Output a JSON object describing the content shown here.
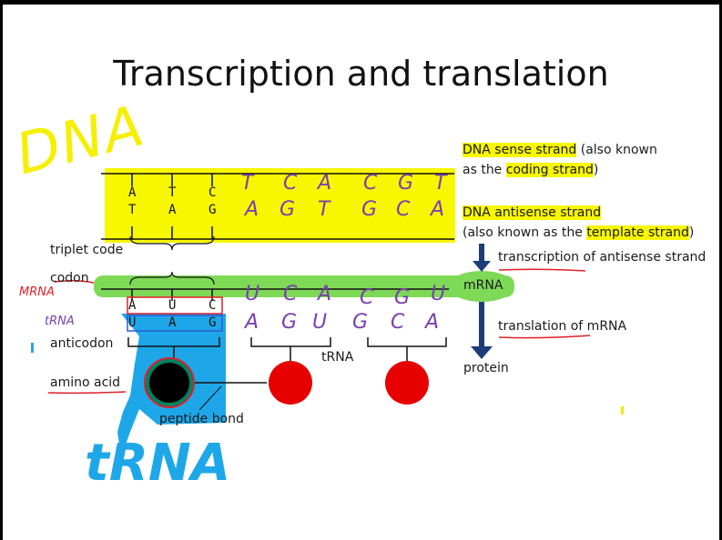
{
  "title": "Transcription and translation",
  "handwriting": {
    "dna": "DNA",
    "mrna": "MRNA",
    "trna_small": "tRNA",
    "trna_big": "tRNA",
    "top_bases": [
      "T",
      "C",
      "A",
      "C",
      "G",
      "T"
    ],
    "bottom_bases": [
      "A",
      "G",
      "T",
      "G",
      "C",
      "A"
    ],
    "mrna_bases": [
      "U",
      "C",
      "A",
      "C",
      "G",
      "U"
    ],
    "anticodon_bases": [
      "A",
      "G",
      "U",
      "G",
      "C",
      "A"
    ]
  },
  "strand": {
    "top_bases": [
      "A",
      "T",
      "C"
    ],
    "bottom_bases": [
      "T",
      "A",
      "G"
    ],
    "codon_bases": [
      "A",
      "U",
      "C"
    ],
    "anticodon_bases": [
      "U",
      "A",
      "G"
    ]
  },
  "labels": {
    "triplet_code": "triplet code",
    "codon": "codon",
    "anticodon": "anticodon",
    "amino_acid": "amino acid",
    "peptide_bond": "peptide bond",
    "trna": "tRNA",
    "mrna": "mRNA",
    "protein": "protein",
    "transcription_pre": "transcription",
    "transcription_post": " of antisense strand",
    "translation_pre": "translation of",
    "translation_post": " mRNA",
    "sense_a": "DNA sense strand",
    "sense_b": " (also known",
    "sense_c": "as the ",
    "sense_d": "coding strand",
    "sense_e": ")",
    "anti_a": "DNA antisense strand",
    "anti_b": "(also known as the ",
    "anti_c": "template strand",
    "anti_d": ")"
  },
  "colors": {
    "highlight_yellow": "#f7f700",
    "mrna_green": "#7ed957",
    "trna_blue": "#1ea7e8",
    "amino_red": "#e60000",
    "arrow_navy": "#1d3d7a",
    "ink_purple": "#7a3fb0"
  }
}
